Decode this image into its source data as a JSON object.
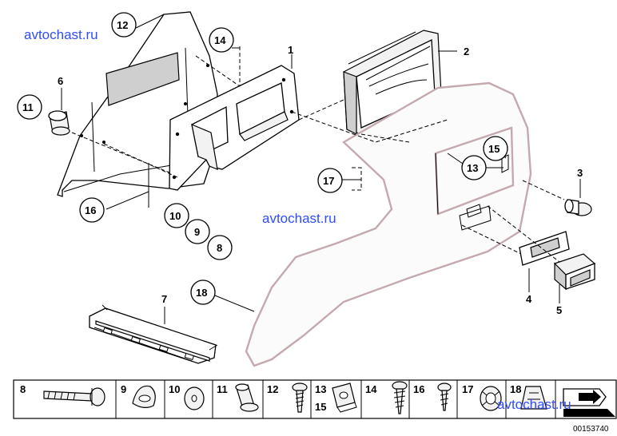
{
  "watermarks": [
    "avtochast.ru",
    "avtochast.ru",
    "avtochast.ru"
  ],
  "document_id": "00153740",
  "callouts": {
    "c1": "1",
    "c2": "2",
    "c3": "3",
    "c4": "4",
    "c5": "5",
    "c6": "6",
    "c7": "7",
    "c8": "8",
    "c9": "9",
    "c10": "10",
    "c11": "11",
    "c12": "12",
    "c13": "13",
    "c14": "14",
    "c15": "15",
    "c16": "16",
    "c17": "17",
    "c18": "18"
  },
  "legend": [
    "8",
    "9",
    "10",
    "11",
    "12",
    "13",
    "15",
    "14",
    "16",
    "17",
    "18"
  ]
}
